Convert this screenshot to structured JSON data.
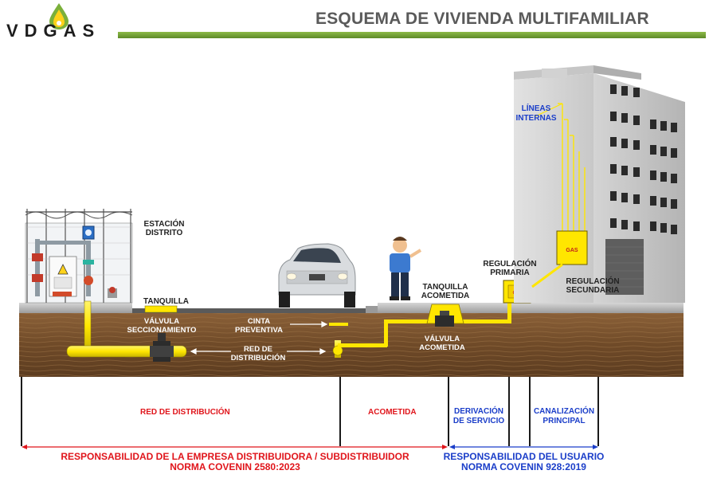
{
  "header": {
    "brand": "VDGAS",
    "title": "ESQUEMA DE VIVIENDA MULTIFAMILIAR"
  },
  "labels": {
    "estacion": [
      "ESTACIÓN",
      "DISTRITO"
    ],
    "tanquilla": "TANQUILLA",
    "valvula_seccionamiento": [
      "VÁLVULA",
      "SECCIONAMIENTO"
    ],
    "cinta": [
      "CINTA",
      "PREVENTIVA"
    ],
    "red": [
      "RED DE",
      "DISTRIBUCIÓN"
    ],
    "tanquilla_acometida": [
      "TANQUILLA",
      "ACOMETIDA"
    ],
    "valvula_acometida": [
      "VÁLVULA",
      "ACOMETIDA"
    ],
    "regulacion_primaria": [
      "REGULACIÓN",
      "PRIMARIA"
    ],
    "regulacion_secundaria": [
      "REGULACIÓN",
      "SECUNDARIA"
    ],
    "lineas_internas": [
      "LÍNEAS",
      "INTERNAS"
    ],
    "gas_tag": "GAS"
  },
  "segments": {
    "red": "RED DE DISTRIBUCIÓN",
    "acometida": "ACOMETIDA",
    "derivacion": [
      "DERIVACIÓN",
      "DE SERVICIO"
    ],
    "canalizacion": [
      "CANALIZACIÓN",
      "PRINCIPAL"
    ]
  },
  "responsibility": {
    "empresa": [
      "RESPONSABILIDAD DE LA EMPRESA DISTRIBUIDORA / SUBDISTRIBUIDOR",
      "NORMA COVENIN 2580:2023"
    ],
    "usuario": [
      "RESPONSABILIDAD DEL USUARIO",
      "NORMA COVENIN 928:2019"
    ]
  },
  "colors": {
    "brand_green": "#7bb03a",
    "pipe_yellow": "#ffe600",
    "soil": "#7a5330",
    "red": "#e0151b",
    "blue": "#1b3ec9"
  }
}
